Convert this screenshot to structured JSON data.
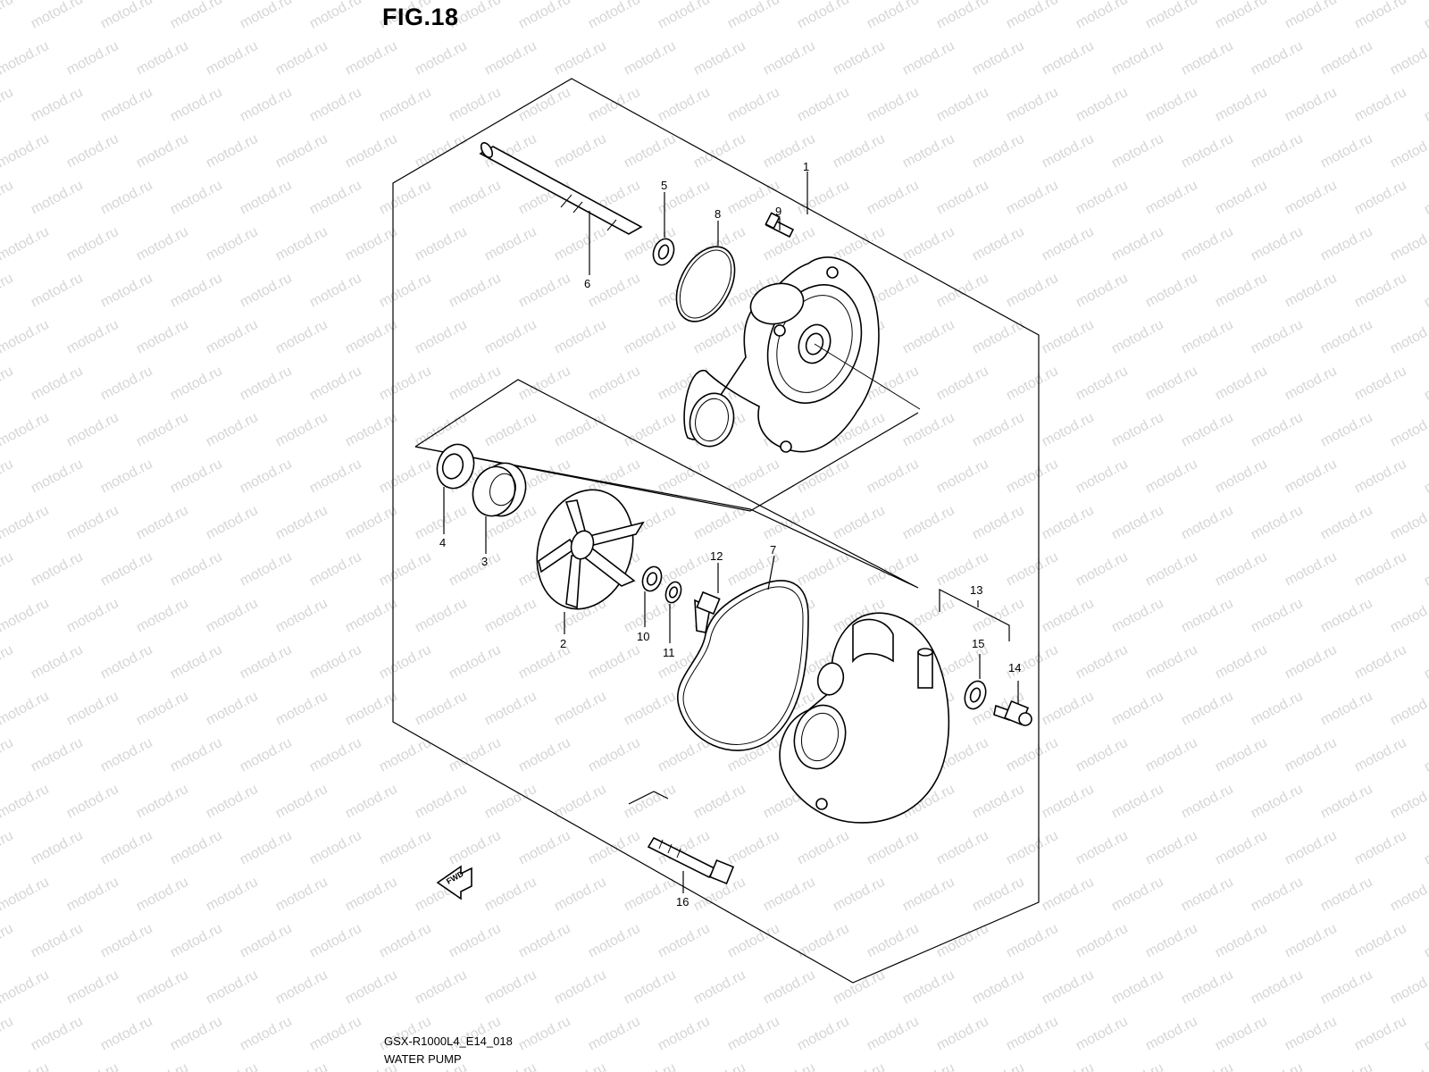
{
  "figure": {
    "title": "FIG.18",
    "drawing_code": "GSX-R1000L4_E14_018",
    "name": "WATER PUMP"
  },
  "watermark": {
    "text": "motod.ru",
    "color": "#d6d6d6"
  },
  "forward_arrow": {
    "label": "FWD"
  },
  "callouts": [
    {
      "id": "1",
      "label": "1"
    },
    {
      "id": "2",
      "label": "2"
    },
    {
      "id": "3",
      "label": "3"
    },
    {
      "id": "4",
      "label": "4"
    },
    {
      "id": "5",
      "label": "5"
    },
    {
      "id": "6",
      "label": "6"
    },
    {
      "id": "7",
      "label": "7"
    },
    {
      "id": "8",
      "label": "8"
    },
    {
      "id": "9",
      "label": "9"
    },
    {
      "id": "10",
      "label": "10"
    },
    {
      "id": "11",
      "label": "11"
    },
    {
      "id": "12",
      "label": "12"
    },
    {
      "id": "13",
      "label": "13"
    },
    {
      "id": "14",
      "label": "14"
    },
    {
      "id": "15",
      "label": "15"
    },
    {
      "id": "16",
      "label": "16"
    }
  ]
}
